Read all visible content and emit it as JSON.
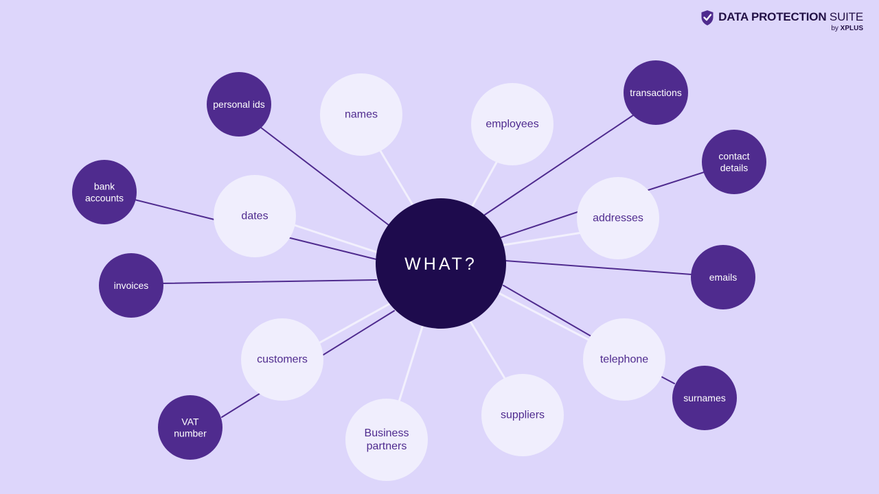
{
  "brand": {
    "title_bold": "DATA PROTECTION",
    "title_light": " SUITE",
    "sub_prefix": "by ",
    "sub_bold": "XPLUS",
    "logo_icon": "shield-check-icon"
  },
  "colors": {
    "background": "#ddd6fb",
    "center": "#1e0b4d",
    "dark_node": "#4f2b8e",
    "light_node": "#f0eefd",
    "dark_line": "#4f2b8e",
    "light_line": "#f2f0fd",
    "light_text": "#4f2b8e",
    "dark_text": "#ffffff"
  },
  "center": {
    "label": "WHAT?"
  },
  "light_nodes": [
    {
      "id": "names",
      "lines": [
        "names"
      ]
    },
    {
      "id": "employees",
      "lines": [
        "employees"
      ]
    },
    {
      "id": "dates",
      "lines": [
        "dates"
      ]
    },
    {
      "id": "addresses",
      "lines": [
        "addresses"
      ]
    },
    {
      "id": "customers",
      "lines": [
        "customers"
      ]
    },
    {
      "id": "business-partners",
      "lines": [
        "Business",
        "partners"
      ]
    },
    {
      "id": "suppliers",
      "lines": [
        "suppliers"
      ]
    },
    {
      "id": "telephone",
      "lines": [
        "telephone"
      ]
    }
  ],
  "dark_nodes": [
    {
      "id": "personal-ids",
      "lines": [
        "personal ids"
      ]
    },
    {
      "id": "transactions",
      "lines": [
        "transactions"
      ]
    },
    {
      "id": "contact-details",
      "lines": [
        "contact",
        "details"
      ]
    },
    {
      "id": "bank-accounts",
      "lines": [
        "bank",
        "accounts"
      ]
    },
    {
      "id": "invoices",
      "lines": [
        "invoices"
      ]
    },
    {
      "id": "emails",
      "lines": [
        "emails"
      ]
    },
    {
      "id": "vat-number",
      "lines": [
        "VAT",
        "number"
      ]
    },
    {
      "id": "surnames",
      "lines": [
        "surnames"
      ]
    }
  ]
}
